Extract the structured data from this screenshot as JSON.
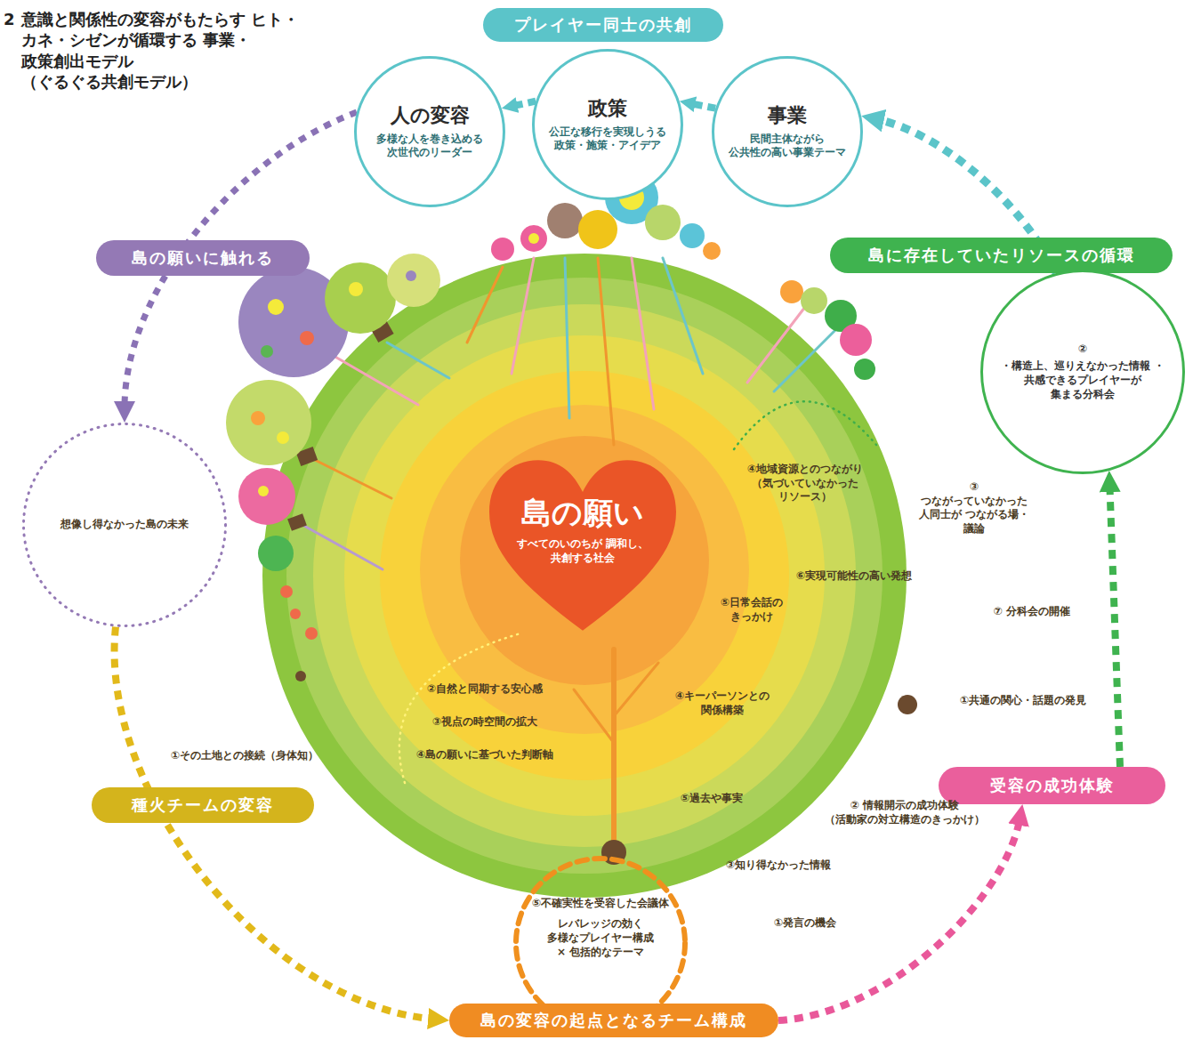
{
  "diagram": {
    "title": "意識と関係性の変容がもたらす ヒト・カネ・シゼンが循環する 事業・政策創出モデル （ぐるぐる共創モデル）",
    "nodes": [
      {
        "text": [
          "プレイヤー同士の共創"
        ]
      },
      {
        "text": [
          "人の変容",
          "多様な人を巻き込める 次世代のリーダー"
        ]
      },
      {
        "text": [
          "政策",
          "公正な移行を実現しうる 政策・施策・アイデア"
        ]
      },
      {
        "text": [
          "事業",
          "民間主体ながら 公共性の高い事業テーマ"
        ]
      },
      {
        "text": [
          "島の願いに触れる"
        ]
      },
      {
        "text": [
          "島に存在していたリソースの循環"
        ]
      },
      {
        "text": [
          "②",
          "・構造上、巡りえなかった情報 ・共感できるプレイヤーが 集まる分科会"
        ]
      },
      {
        "text": [
          "想像し得なかった島の未来"
        ]
      },
      {
        "text": [
          "島の願い",
          "すべてのいのちが 調和し、共創する社会"
        ]
      },
      {
        "text": [
          "種火チームの変容"
        ]
      },
      {
        "text": [
          "受容の成功体験"
        ]
      },
      {
        "text": [
          "⑤不確実性を受容した会議体",
          "レバレッジの効く 多様なプレイヤー構成 × 包括的なテーマ"
        ]
      },
      {
        "text": [
          "島の変容の起点となるチーム構成"
        ]
      }
    ],
    "edges": [
      {
        "from": 3,
        "to": 2,
        "arrow": "to"
      },
      {
        "from": 2,
        "to": 1,
        "arrow": "to"
      },
      {
        "from": 1,
        "to": 7,
        "arrow": "to"
      },
      {
        "from": 7,
        "to": 12,
        "arrow": "to"
      },
      {
        "from": 12,
        "to": 10,
        "arrow": "to"
      },
      {
        "from": 10,
        "to": 6,
        "arrow": "to"
      },
      {
        "from": 6,
        "to": 3,
        "arrow": "to"
      }
    ],
    "labels": [
      "2",
      "①その土地との接続（身体知）",
      "②自然と同期する安心感",
      "③視点の時空間の拡大",
      "④島の願いに基づいた判断軸",
      "④キーパーソンとの 関係構築",
      "⑤過去や事実",
      "③知り得なかった情報",
      "② 情報開示の成功体験 （活動家の対立構造のきっかけ）",
      "①発言の機会",
      "①共通の関心・話題の発見",
      "④地域資源とのつながり （気づいていなかった リソース）",
      "③ つながっていなかった 人同士が つながる場・議論",
      "⑥実現可能性の高い発想",
      "⑤日常会話の きっかけ",
      "⑦ 分科会の開催"
    ]
  }
}
